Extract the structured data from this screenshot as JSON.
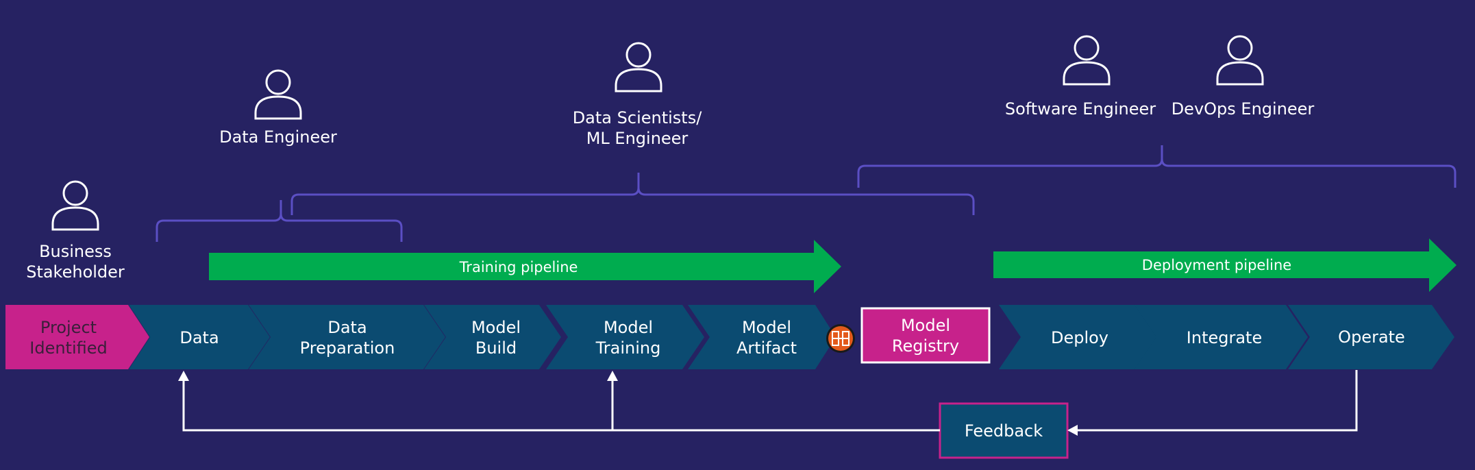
{
  "colors": {
    "background": "#262262",
    "stage": "#0b4b71",
    "stage_highlight": "#c7228b",
    "pipeline": "#00ac4f",
    "bracket": "#5b4fc4",
    "line": "#ffffff",
    "badge": "#e35a1b"
  },
  "roles": {
    "business_stakeholder": "Business\nStakeholder",
    "data_engineer": "Data Engineer",
    "data_scientist": "Data Scientists/\nML Engineer",
    "software_engineer": "Software Engineer",
    "devops_engineer": "DevOps Engineer"
  },
  "pipelines": {
    "training": "Training pipeline",
    "deployment": "Deployment pipeline"
  },
  "stages": {
    "project_identified": "Project\nIdentified",
    "data": "Data",
    "data_preparation": "Data\nPreparation",
    "model_build": "Model\nBuild",
    "model_training": "Model\nTraining",
    "model_artifact": "Model\nArtifact",
    "deploy": "Deploy",
    "integrate": "Integrate",
    "operate": "Operate"
  },
  "boxes": {
    "model_registry": "Model\nRegistry",
    "feedback": "Feedback"
  },
  "icons": {
    "person": "person-icon",
    "registry_badge": "artifact-repository-icon"
  }
}
